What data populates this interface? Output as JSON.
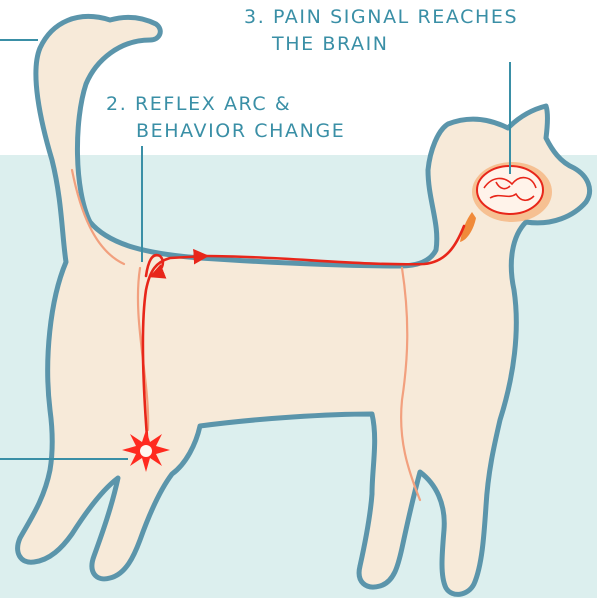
{
  "labels": {
    "step3_line1": "3. PAIN SIGNAL REACHES",
    "step3_line2": "THE BRAIN",
    "step2_line1": "2. REFLEX ARC &",
    "step2_line2": "BEHAVIOR CHANGE"
  },
  "colors": {
    "background_band": "#dcefee",
    "cat_fill": "#f7ead9",
    "cat_outline": "#5b95ab",
    "label_text": "#3a8fa6",
    "leader_line": "#3a8fa6",
    "nerve_signal": "#e8261a",
    "nerve_faint": "#f2a07e",
    "brain": "#f5b27a",
    "pain_burst": "#ff2a1f"
  }
}
